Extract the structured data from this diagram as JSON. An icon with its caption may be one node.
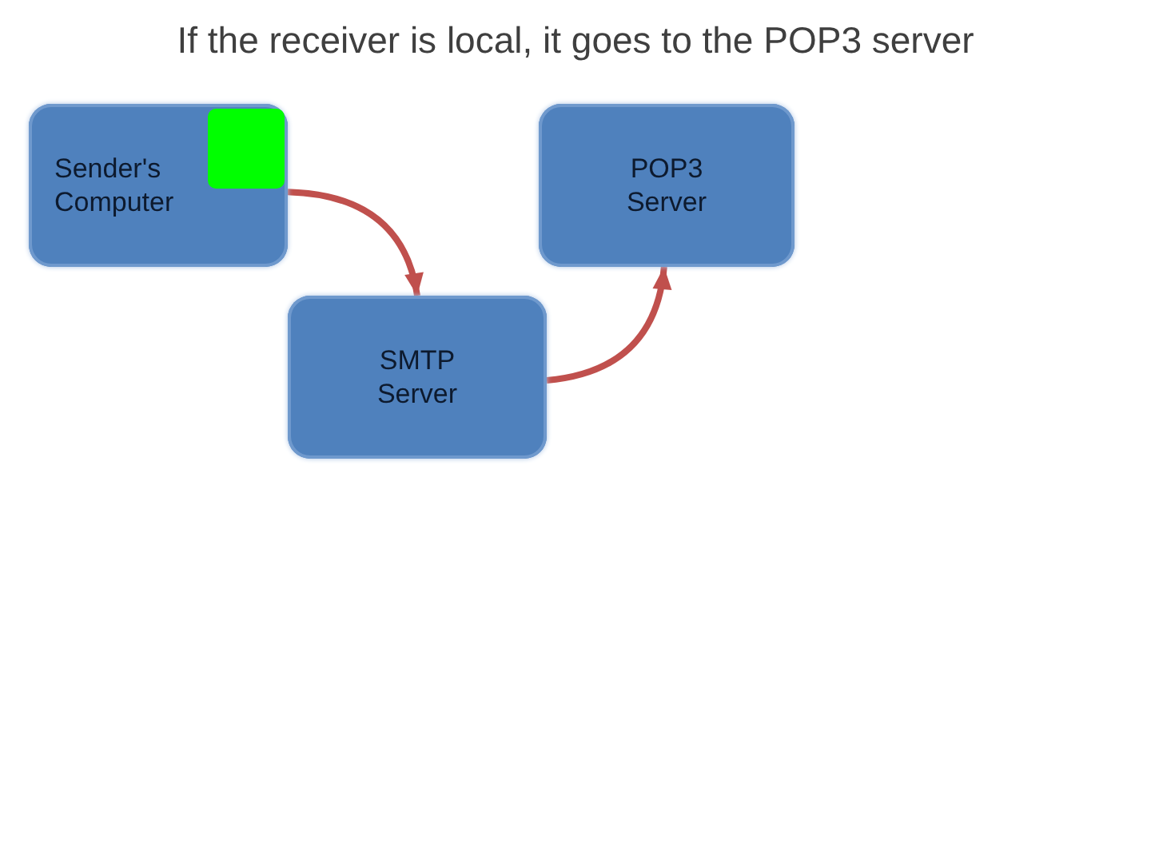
{
  "diagram": {
    "title": "If the receiver is local, it goes to the POP3 server",
    "nodes": [
      {
        "text": [
          "Sender's Computer"
        ]
      },
      {
        "text": [],
        "shape": "box",
        "in": 0
      },
      {
        "text": [
          "POP3 Server"
        ]
      },
      {
        "text": [
          "SMTP Server"
        ]
      }
    ],
    "edges": [
      {
        "from": 0,
        "to": 3,
        "arrow": "to"
      },
      {
        "from": 3,
        "to": 2,
        "arrow": "to"
      }
    ]
  }
}
